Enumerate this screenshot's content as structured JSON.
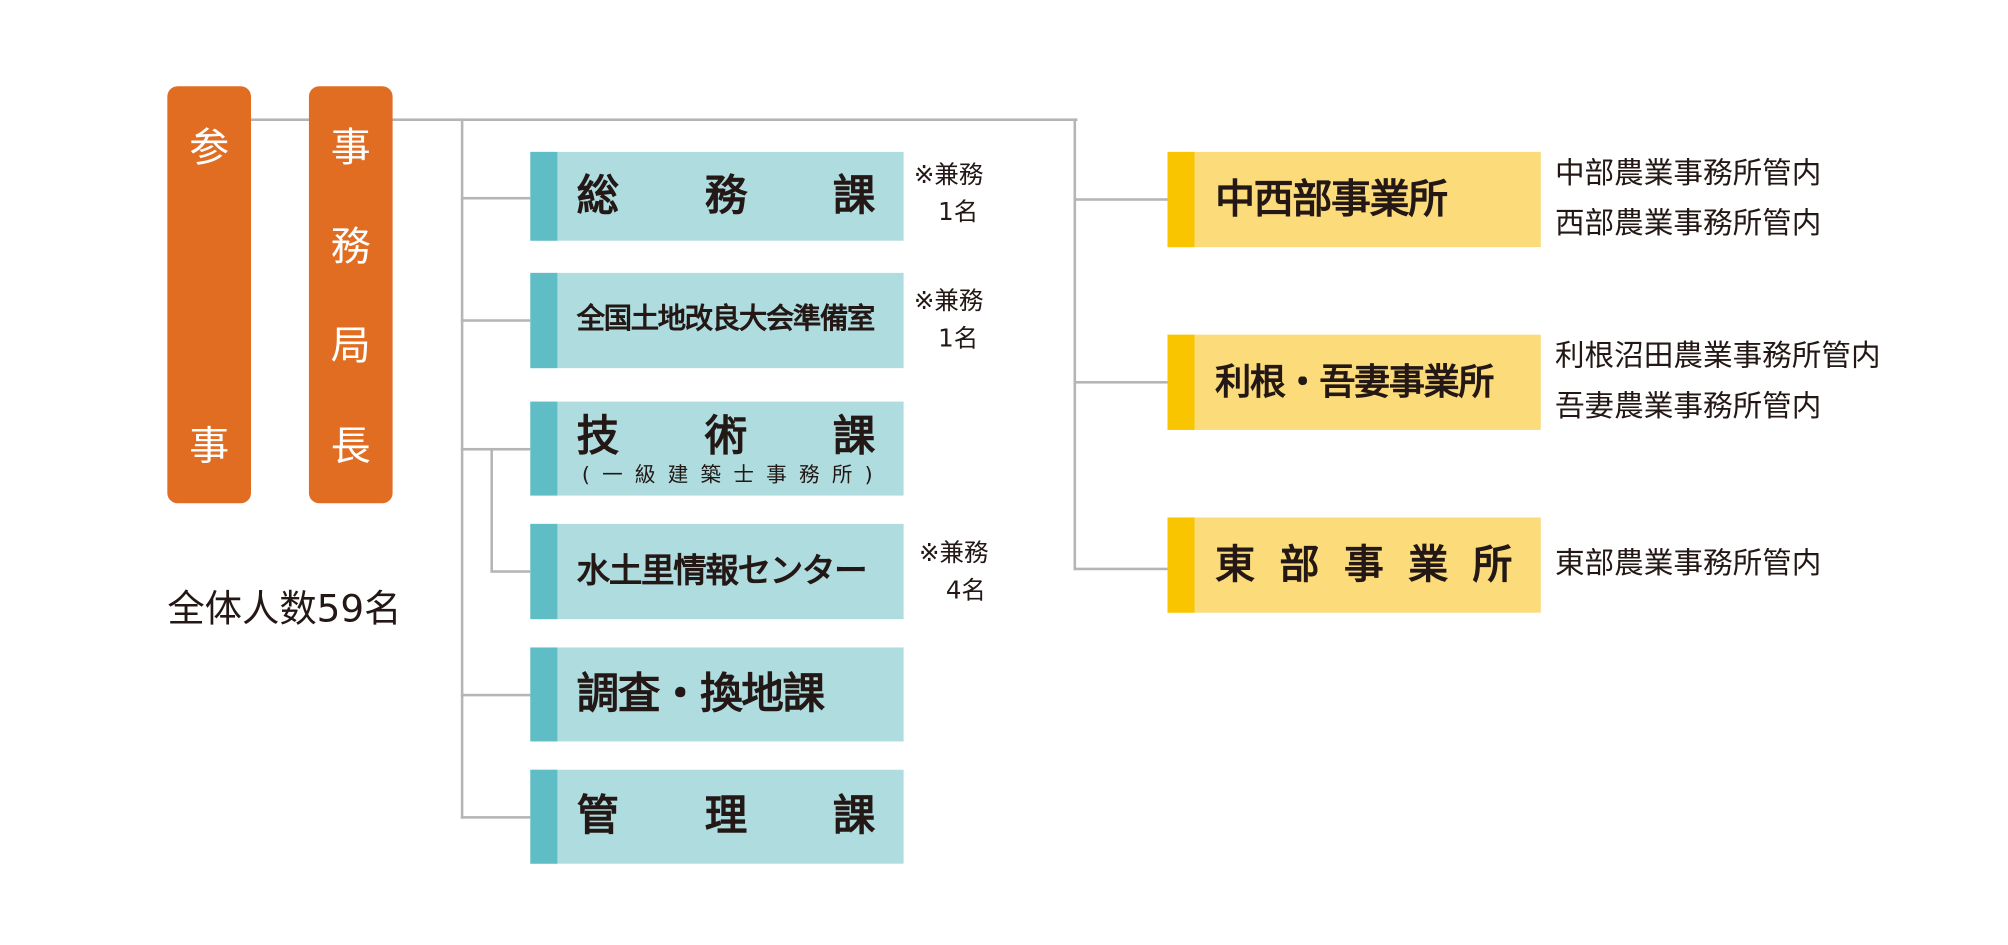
{
  "executives": [
    {
      "id": "councilor",
      "chars": [
        "参",
        "事"
      ]
    },
    {
      "id": "secretary-general",
      "chars": [
        "事",
        "務",
        "局",
        "長"
      ]
    }
  ],
  "total_staff": "全体人数59名",
  "departments": [
    {
      "label": "総　務　課",
      "chars": [
        "総",
        "務",
        "課"
      ],
      "note_line1": "※兼務",
      "note_line2": "1名"
    },
    {
      "label": "全国土地改良大会準備室",
      "note_line1": "※兼務",
      "note_line2": "1名"
    },
    {
      "label": "技　術　課",
      "chars": [
        "技",
        "術",
        "課"
      ],
      "sublabel_chars": [
        "(",
        "一",
        "級",
        "建",
        "築",
        "士",
        "事",
        "務",
        "所",
        ")"
      ]
    },
    {
      "label": "水土里情報センター",
      "note_line1": "※兼務",
      "note_line2": "4名"
    },
    {
      "label": "調査・換地課"
    },
    {
      "label": "管　理　課",
      "chars": [
        "管",
        "理",
        "課"
      ]
    }
  ],
  "offices": [
    {
      "label": "中西部事業所",
      "jurisdiction": [
        "中部農業事務所管内",
        "西部農業事務所管内"
      ]
    },
    {
      "label": "利根・吾妻事業所",
      "jurisdiction": [
        "利根沼田農業事務所管内",
        "吾妻農業事務所管内"
      ]
    },
    {
      "label": "東部事業所",
      "chars": [
        "東",
        "部",
        "事",
        "業",
        "所"
      ],
      "jurisdiction": [
        "東部農業事務所管内"
      ]
    }
  ],
  "colors": {
    "executive": "#e06d22",
    "department_fill": "#afdcdf",
    "department_stripe": "#5fbec5",
    "office_fill": "#fcdb7a",
    "office_stripe": "#f9c500",
    "connector": "#b5b5b5"
  }
}
